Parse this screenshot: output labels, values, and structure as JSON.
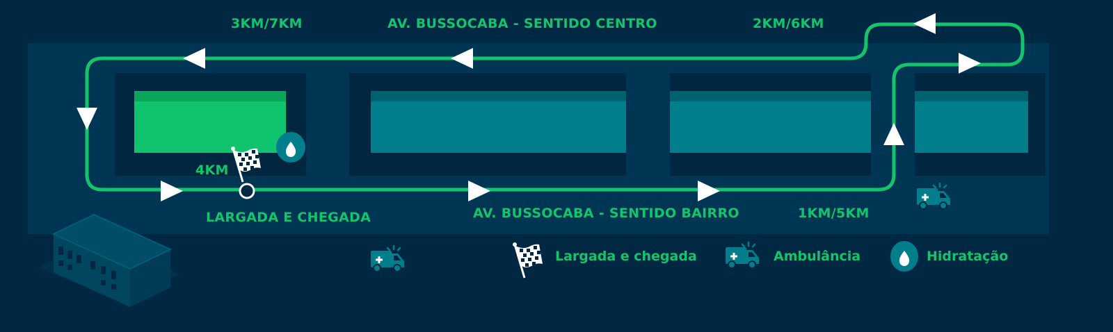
{
  "map": {
    "labels": {
      "top_left_km": "3KM/7KM",
      "top_street": "AV. BUSSOCABA - SENTIDO CENTRO",
      "top_right_km": "2KM/6KM",
      "start_km": "4KM",
      "start_finish": "LARGADA E CHEGADA",
      "bottom_street": "AV. BUSSOCABA - SENTIDO BAIRRO",
      "bottom_right_km": "1KM/5KM"
    },
    "colors": {
      "background": "#012843",
      "panel": "#003654",
      "route": "#14c46c",
      "teal": "#007e8c"
    }
  },
  "legend": [
    {
      "icon": "checkered-flag",
      "label": "Largada e chegada"
    },
    {
      "icon": "ambulance",
      "label": "Ambulância"
    },
    {
      "icon": "water-drop",
      "label": "Hidratação"
    }
  ]
}
